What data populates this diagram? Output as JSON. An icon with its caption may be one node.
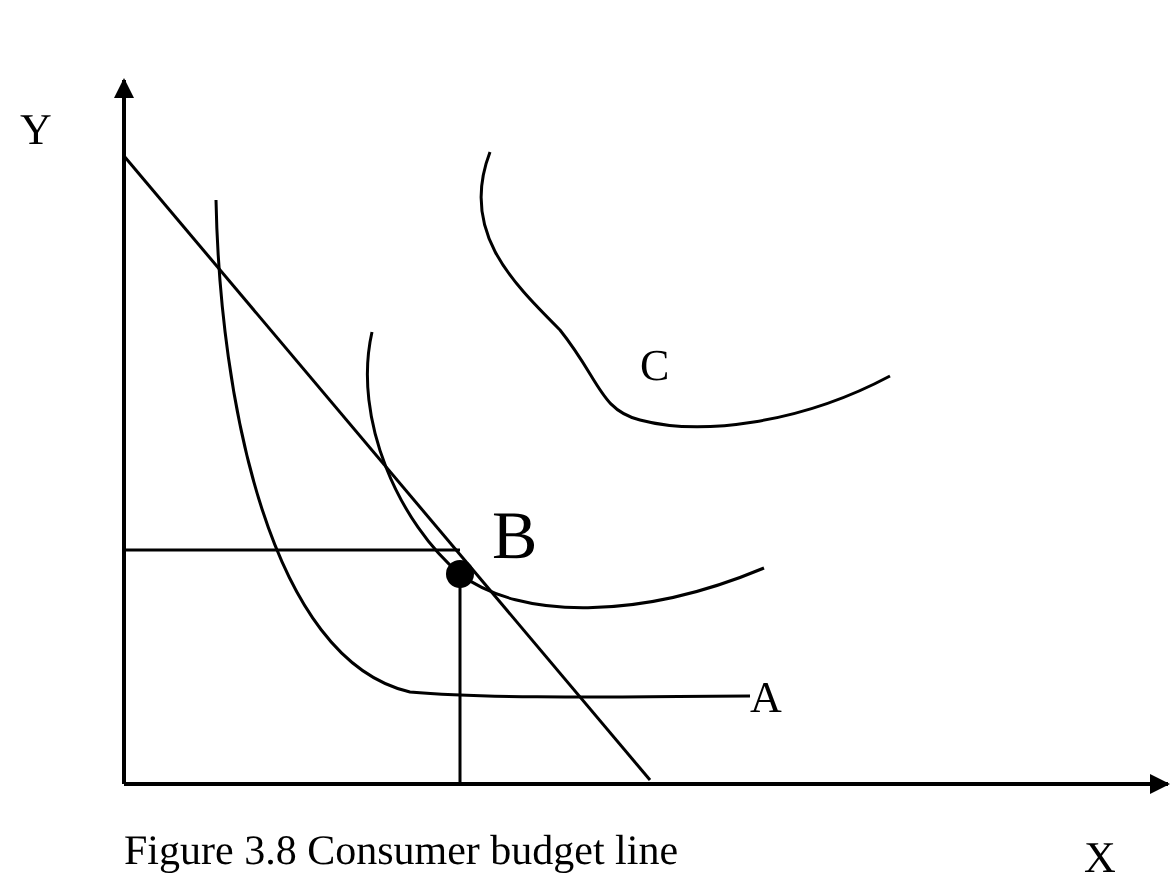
{
  "diagram": {
    "caption": "Figure 3.8 Consumer budget line",
    "labels": [
      "Y",
      "C",
      "B",
      "A",
      "X"
    ]
  }
}
